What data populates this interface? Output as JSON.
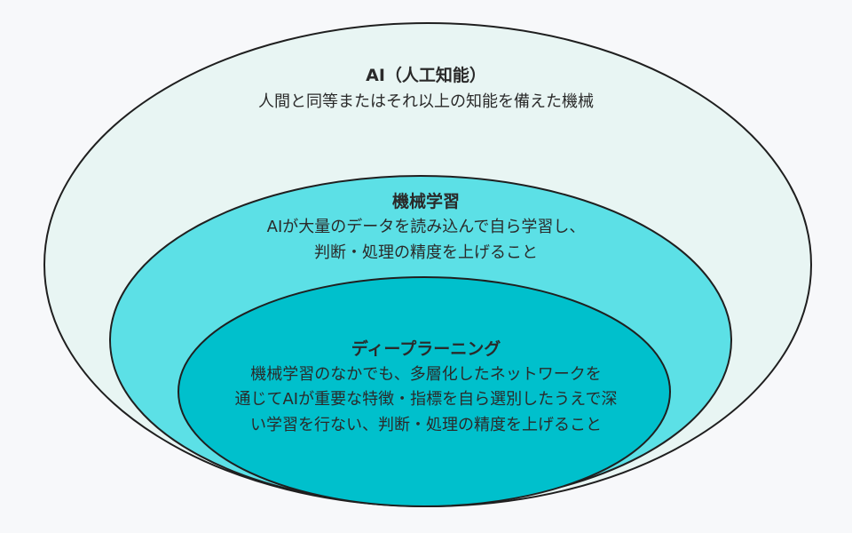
{
  "colors": {
    "background": "#f7f8fa",
    "outline": "#1f1f1f",
    "ai_fill": "#e8f5f3",
    "ml_fill": "#5ce0e6",
    "dl_fill": "#00c0cc"
  },
  "ai": {
    "title": "AI（人工知能）",
    "description": "人間と同等またはそれ以上の知能を備えた機械"
  },
  "machine_learning": {
    "title": "機械学習",
    "description_lines": [
      "AIが大量のデータを読み込んで自ら学習し、",
      "判断・処理の精度を上げること"
    ]
  },
  "deep_learning": {
    "title": "ディープラーニング",
    "description_lines": [
      "機械学習のなかでも、多層化したネットワークを",
      "通じてAIが重要な特徴・指標を自ら選別したうえで深",
      "い学習を行ない、判断・処理の精度を上げること"
    ]
  }
}
